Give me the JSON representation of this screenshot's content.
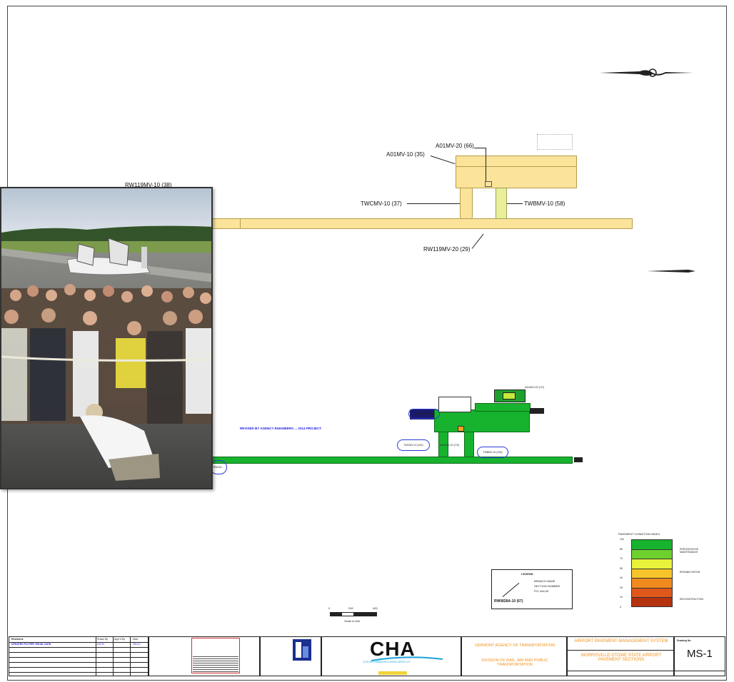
{
  "drawing": {
    "upper_labels": {
      "a01mv20": "A01MV-20 (66)",
      "a01mv10": "A01MV-10 (35)",
      "rw119mv10": "RW119MV-10 (38)",
      "twcmv10": "TWCMV-10 (37)",
      "twbmv10": "TWBMV-10 (58)",
      "rw119mv20": "RW119MV-20 (29)"
    },
    "lower_labels": {
      "a01mv20": "A01MV-20 (72)",
      "a01mv10": "A01MV-10 (100)",
      "twcmv10": "TWCMV-10 (100)",
      "twbmv10": "TWBMV-10 (100)",
      "center": "A01MV-10 (73)",
      "rw": "RW119..."
    },
    "blue_note": "REVISED BY AGENCY ENGINEERS ... 2014 PROJECT"
  },
  "pci_legend": {
    "title": "PAVEMENT CONDITION INDEX",
    "ticks": [
      "100",
      "85",
      "70",
      "55",
      "40",
      "25",
      "10",
      "0"
    ],
    "bands": [
      {
        "desc": "PREVENTATIVE MAINTENANCE",
        "color": "#17b32e"
      },
      {
        "desc": "",
        "color": "#6cd12f"
      },
      {
        "desc": "",
        "color": "#e8f23a"
      },
      {
        "desc": "REHABILITATION",
        "color": "#f7c52a"
      },
      {
        "desc": "",
        "color": "#f08a1e"
      },
      {
        "desc": "RECONSTRUCTION",
        "color": "#e0571b"
      },
      {
        "desc": "",
        "color": "#b5320f"
      }
    ]
  },
  "legend_box": {
    "title": "LEGEND",
    "items": [
      "BRANCH NAME",
      "SECTION NUMBER",
      "PCI VALUE"
    ],
    "sample": "RW0828A-10 (67)"
  },
  "scale": {
    "ticks": [
      "0",
      "200",
      "400"
    ],
    "caption": "Scale in feet"
  },
  "title_block": {
    "revision_header": [
      "Revisions",
      "Drawn By",
      "Appr'd By",
      "Date"
    ],
    "revision_row": [
      "UPDATED PCI PER VISUAL DATA",
      "A.B.M.",
      "",
      "2014-1"
    ],
    "firm_name": "CHA",
    "firm_sub": "CLOUGH HARBOUR & ASSOCIATES LLP",
    "agency": "VERMONT AGENCY OF TRANSPORTATION",
    "division": "DIVISION OF RAIL, AIR AND PUBLIC TRANSPORTATION",
    "system": "AIRPORT PAVEMENT MANAGEMENT SYSTEM",
    "airport": "MORRISVILLE-STOWE STATE AIRPORT PAVEMENT SECTIONS",
    "drawing_no_label": "Drawing No.",
    "drawing_no": "MS-1"
  },
  "colors": {
    "pavement_old": "#fbe39a",
    "pavement_new": "#17b32e",
    "revision_blue": "#1a1ae6",
    "title_orange": "#f0901a"
  }
}
